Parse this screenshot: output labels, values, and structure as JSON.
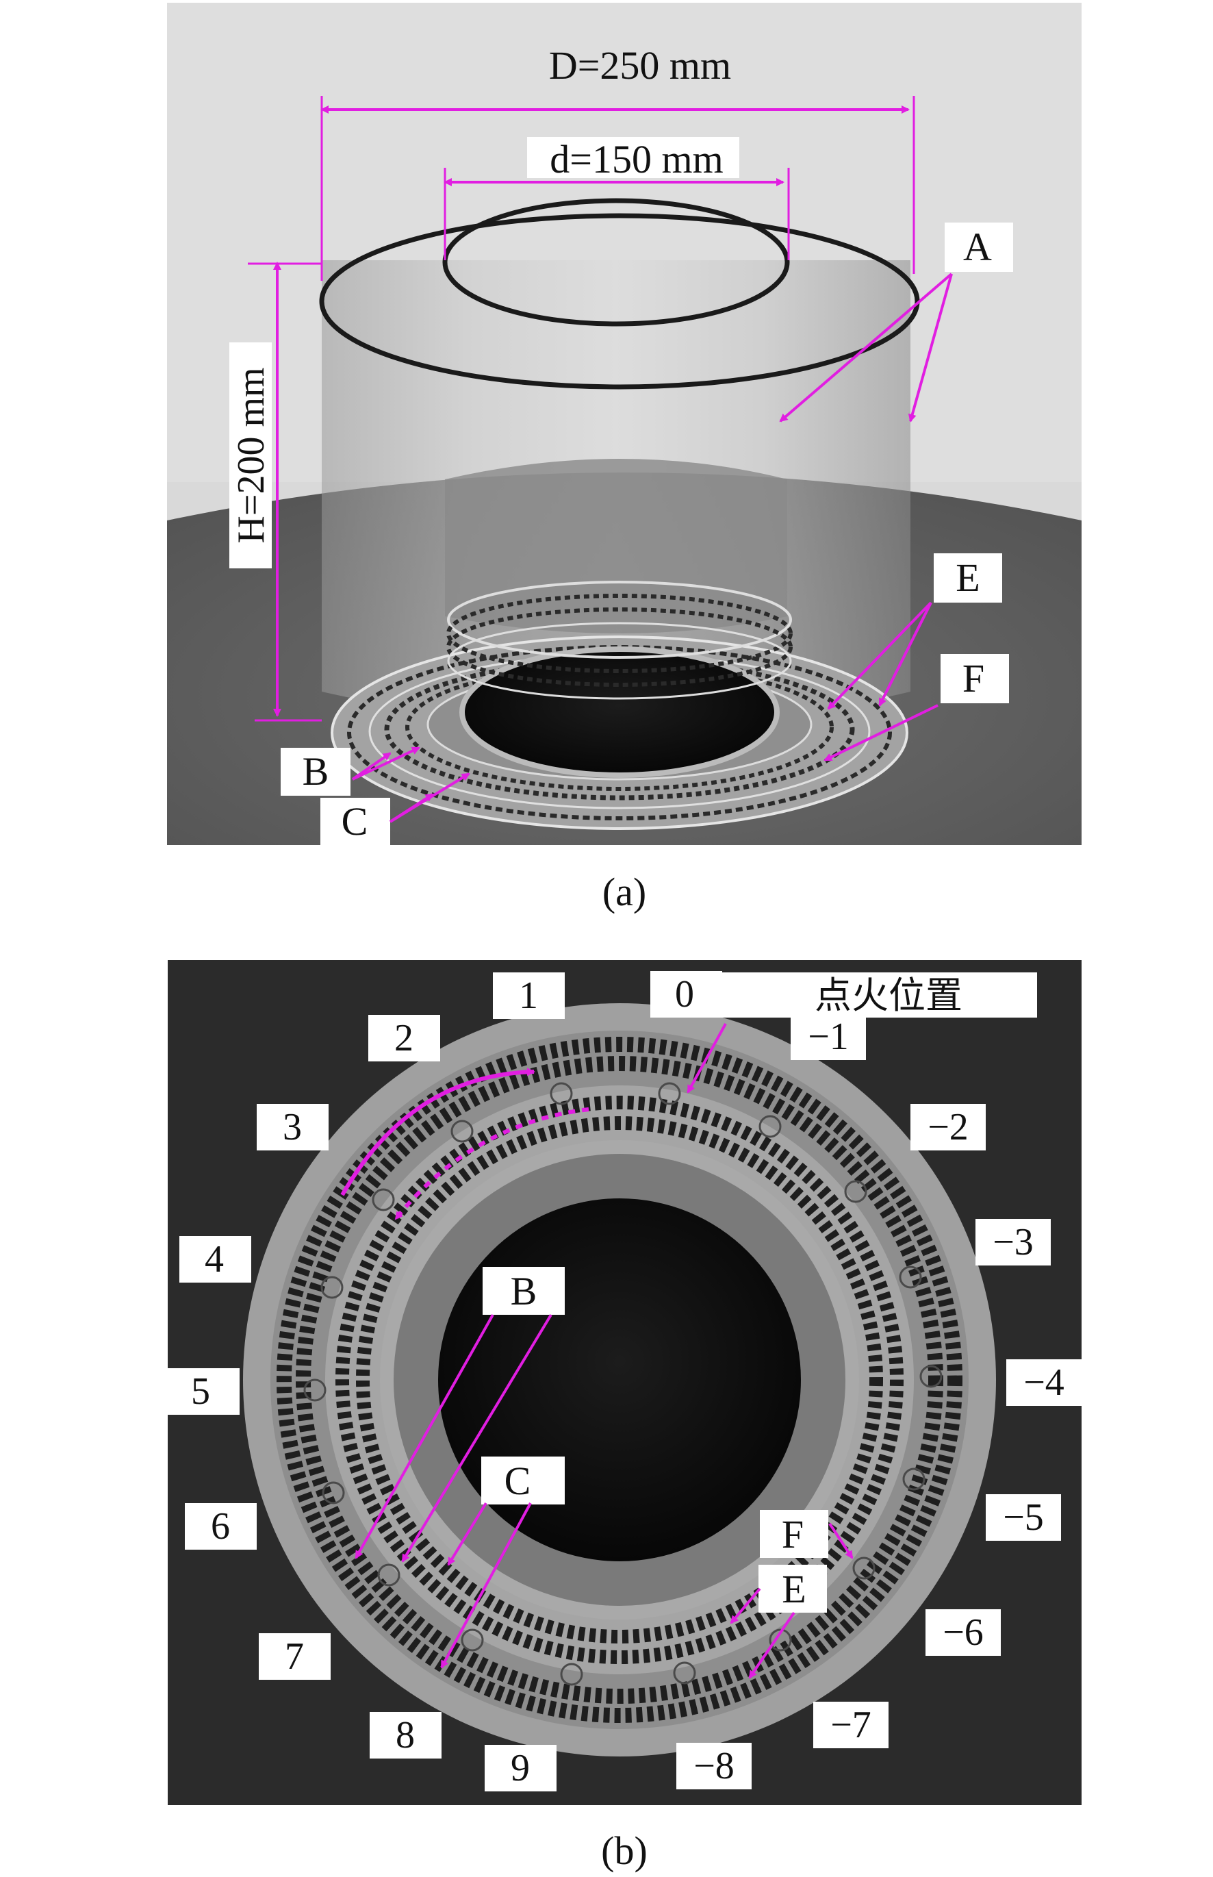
{
  "panel_a": {
    "caption": "(a)",
    "dim_D": "D=250 mm",
    "dim_d": "d=150 mm",
    "dim_H": "H=200 mm",
    "labels": {
      "A": "A",
      "B": "B",
      "C": "C",
      "E": "E",
      "F": "F"
    }
  },
  "panel_b": {
    "caption": "(b)",
    "ignition_label": "点火位置",
    "labels": {
      "B": "B",
      "C": "C",
      "E": "E",
      "F": "F"
    },
    "positions": [
      "0",
      "1",
      "2",
      "3",
      "4",
      "5",
      "6",
      "7",
      "8",
      "9",
      "−1",
      "−2",
      "−3",
      "−4",
      "−5",
      "−6",
      "−7",
      "−8"
    ]
  },
  "colors": {
    "annotation": "#e11ee1",
    "panel_b_background": "#2b2b2b"
  }
}
